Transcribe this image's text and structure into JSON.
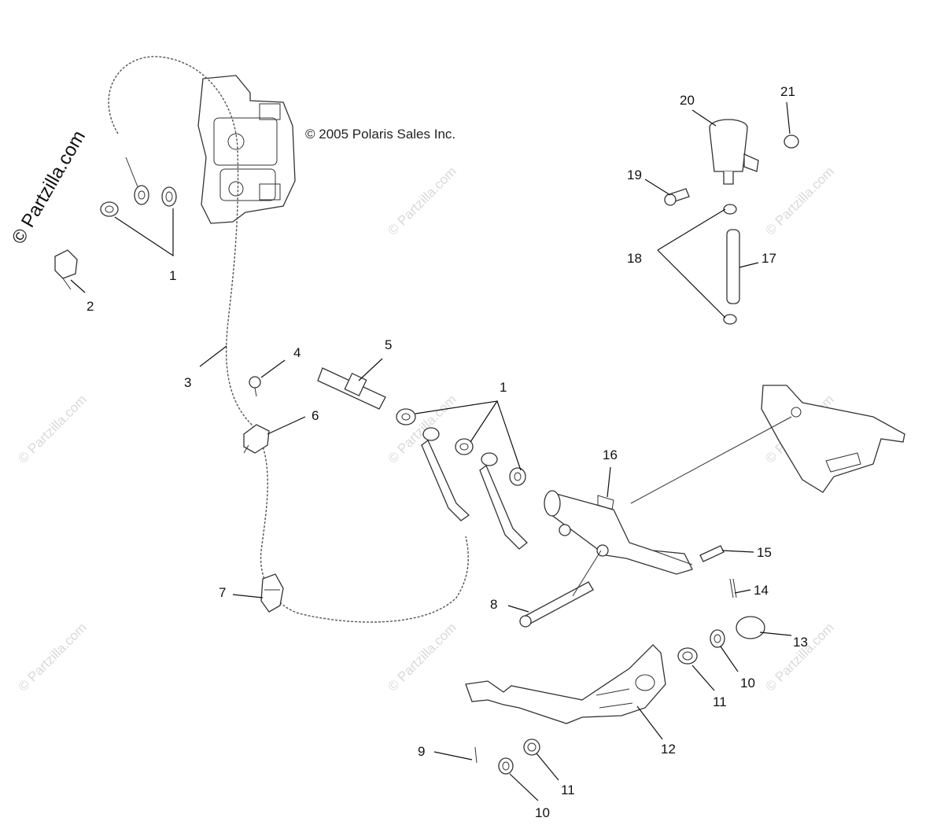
{
  "diagram": {
    "copyright_notice": "© 2005 Polaris Sales Inc.",
    "brand_mark": "© Partzilla.com",
    "watermark_text": "© Partzilla.com",
    "callouts": [
      "1",
      "2",
      "3",
      "4",
      "5",
      "1",
      "6",
      "7",
      "8",
      "9",
      "10",
      "11",
      "12",
      "10",
      "11",
      "13",
      "14",
      "15",
      "16",
      "17",
      "18",
      "19",
      "20",
      "21"
    ]
  }
}
